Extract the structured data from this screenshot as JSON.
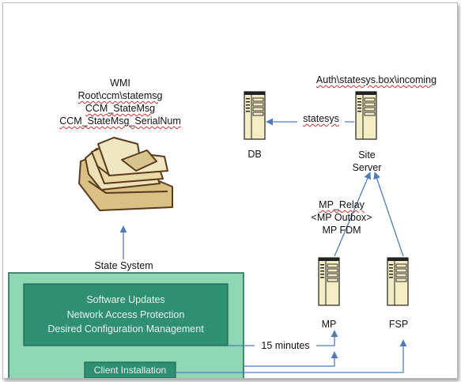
{
  "wmi": {
    "line1": "WMI",
    "line2": "Root\\ccm\\statemsg",
    "line3": "CCM_StateMsg",
    "line4": "CCM_StateMsg_SerialNum"
  },
  "state_system": {
    "label": "State System"
  },
  "auth_path": {
    "label": "Auth\\statesys.box\\incoming"
  },
  "statesys": {
    "label": "statesys"
  },
  "db": {
    "label": "DB"
  },
  "site_server": {
    "line1": "Site",
    "line2": "Server"
  },
  "mp_relay": {
    "line1": "MP_Relay",
    "line2": "<MP Outbox>",
    "line3": "MP FDM"
  },
  "mp": {
    "label": "MP"
  },
  "fsp": {
    "label": "FSP"
  },
  "interval": {
    "label": "15 minutes"
  },
  "client_panel": {
    "features": [
      "Software Updates",
      "Network Access Protection",
      "Desired Configuration Management"
    ],
    "client_installation": "Client Installation"
  },
  "colors": {
    "panel_light": "#8fd6b2",
    "panel_dark": "#2f8f72",
    "panel_border": "#1e6650",
    "server_fill": "#f3ecc4",
    "arrow": "#4f7dbb",
    "folder_fill": "#e9d9a6",
    "folder_stroke": "#5a3a1c"
  },
  "icons": [
    "server-icon",
    "folder-stack-icon",
    "arrow-icon"
  ]
}
